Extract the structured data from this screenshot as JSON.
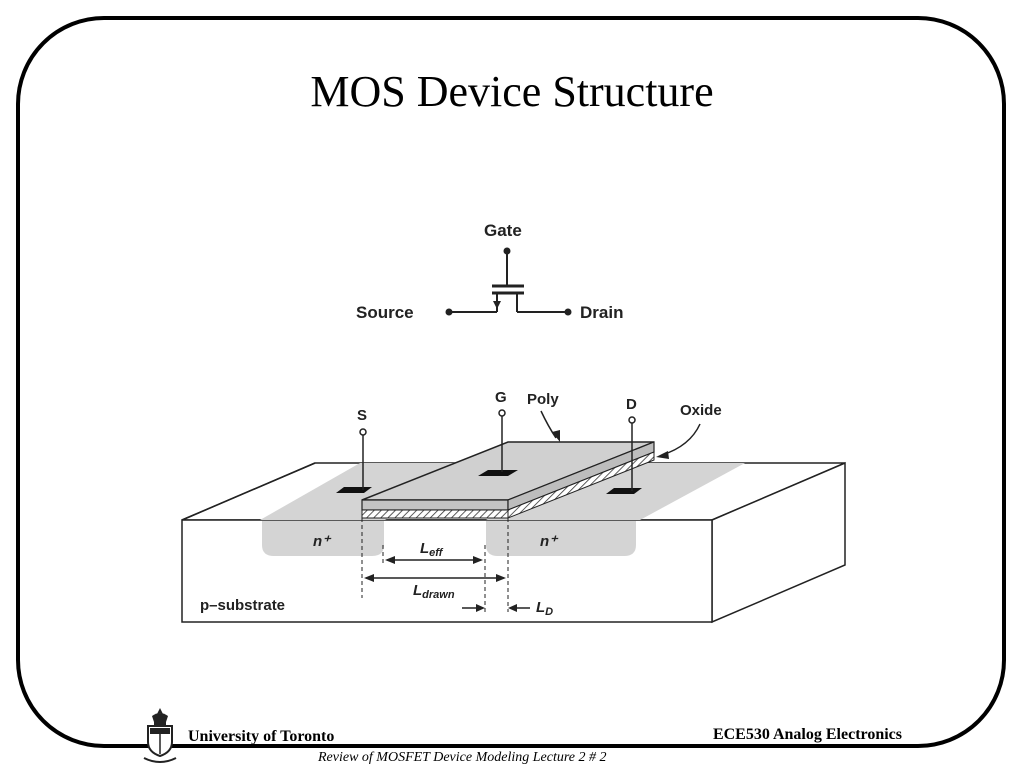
{
  "slide": {
    "title": "MOS Device Structure"
  },
  "symbol": {
    "gate": "Gate",
    "source": "Source",
    "drain": "Drain"
  },
  "structure": {
    "s": "S",
    "g": "G",
    "d": "D",
    "poly": "Poly",
    "oxide": "Oxide",
    "n_left": "n⁺",
    "n_right": "n⁺",
    "l_eff": "L",
    "l_eff_sub": "eff",
    "l_drawn": "L",
    "l_drawn_sub": "drawn",
    "l_d": "L",
    "l_d_sub": "D",
    "substrate": "p–substrate"
  },
  "footer": {
    "institution": "University of Toronto",
    "course": "ECE530 Analog Electronics",
    "lecture": "Review of MOSFET Device Modeling Lecture 2 # 2"
  }
}
